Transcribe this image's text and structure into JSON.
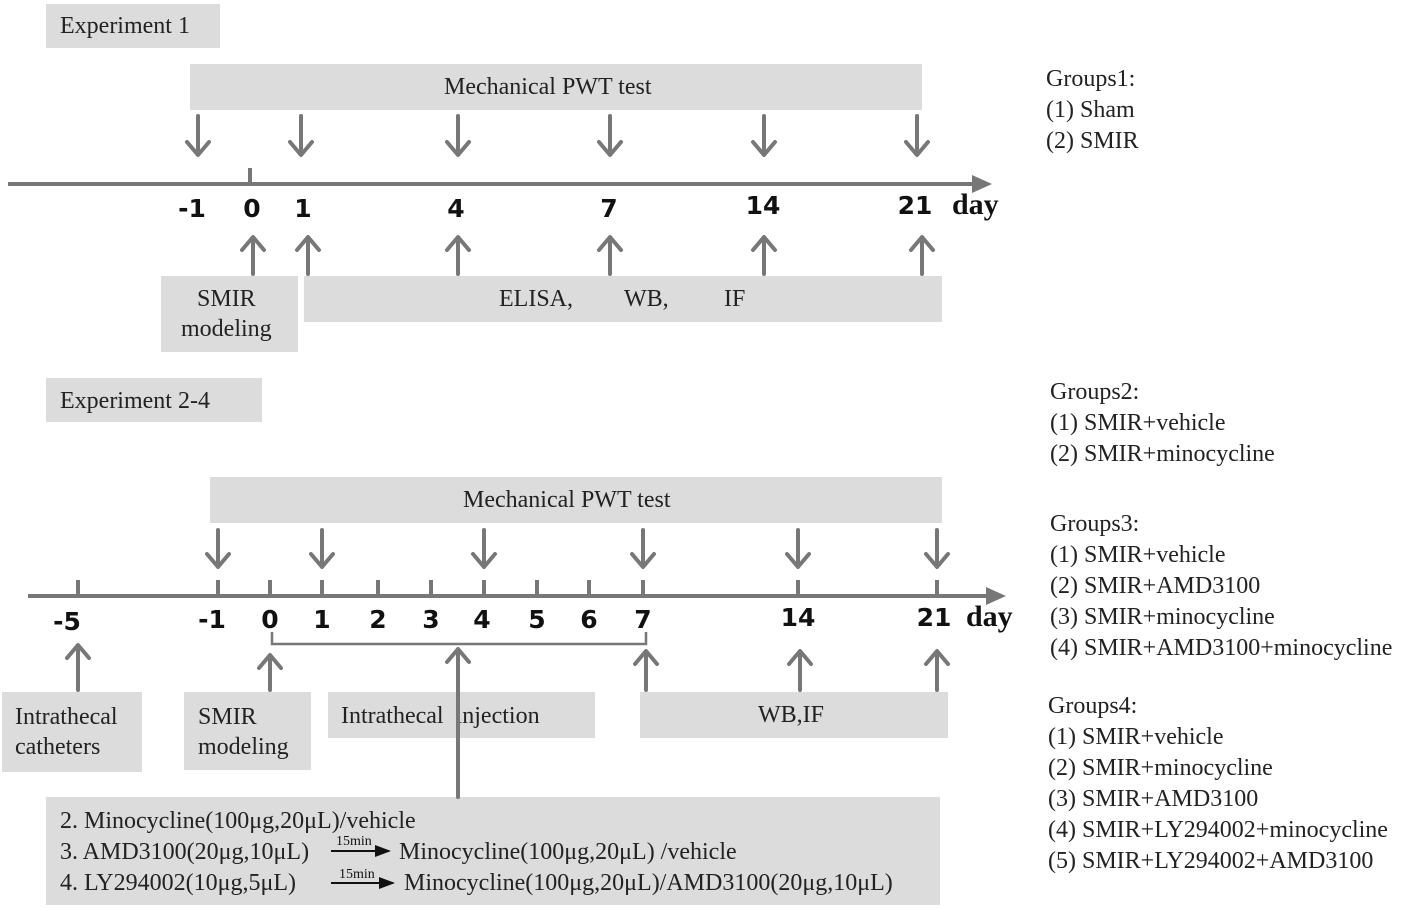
{
  "exp1": {
    "title": "Experiment 1",
    "pwt_label": "Mechanical PWT test",
    "ticks": [
      "-1",
      "0",
      "1",
      "4",
      "7",
      "14",
      "21"
    ],
    "day_label": "day",
    "modeling_line1": "SMIR",
    "modeling_line2": "modeling",
    "assays": [
      "ELISA,",
      "WB,",
      "IF"
    ]
  },
  "exp2": {
    "title": "Experiment 2-4",
    "pwt_label": "Mechanical PWT test",
    "ticks": [
      "-5",
      "-1",
      "0",
      "1",
      "2",
      "3",
      "4",
      "5",
      "6",
      "7",
      "14",
      "21"
    ],
    "day_label": "day",
    "catheter_line1": "Intrathecal",
    "catheter_line2": "catheters",
    "modeling_line1": "SMIR",
    "modeling_line2": "modeling",
    "injection_label": "Intrathecal  injection",
    "wbif_label": "WB,IF",
    "protocol": {
      "line2": "2. Minocycline(100μg,20μL)/vehicle",
      "line3_left": "3. AMD3100(20μg,10μL)",
      "line3_right": "Minocycline(100μg,20μL) /vehicle",
      "line4_left": "4. LY294002(10μg,5μL)",
      "line4_right": "Minocycline(100μg,20μL)/AMD3100(20μg,10μL)",
      "delay_label": "15min"
    }
  },
  "groups1": {
    "title": "Groups1:",
    "items": [
      "(1) Sham",
      "(2) SMIR"
    ]
  },
  "groups2": {
    "title": "Groups2:",
    "items": [
      "(1) SMIR+vehicle",
      "(2) SMIR+minocycline"
    ]
  },
  "groups3": {
    "title": "Groups3:",
    "items": [
      "(1) SMIR+vehicle",
      "(2) SMIR+AMD3100",
      "(3) SMIR+minocycline",
      "(4) SMIR+AMD3100+minocycline"
    ]
  },
  "groups4": {
    "title": "Groups4:",
    "items": [
      "(1) SMIR+vehicle",
      "(2) SMIR+minocycline",
      "(3) SMIR+AMD3100",
      "(4) SMIR+LY294002+minocycline",
      "(5) SMIR+LY294002+AMD3100"
    ]
  },
  "colors": {
    "box": "#dcdcdc",
    "line": "#777777",
    "text": "#222222"
  }
}
